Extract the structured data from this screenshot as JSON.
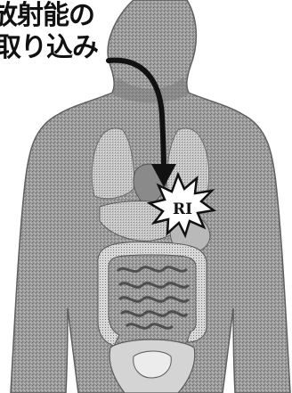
{
  "caption": {
    "line1": "放射能の",
    "line2": "取り込み"
  },
  "burst_label": "RI",
  "colors": {
    "body": "#9a9a9a",
    "body_dark": "#5e5e5e",
    "organ": "#c8c8c8",
    "ink": "#111111",
    "burst_fill": "#ffffff"
  }
}
